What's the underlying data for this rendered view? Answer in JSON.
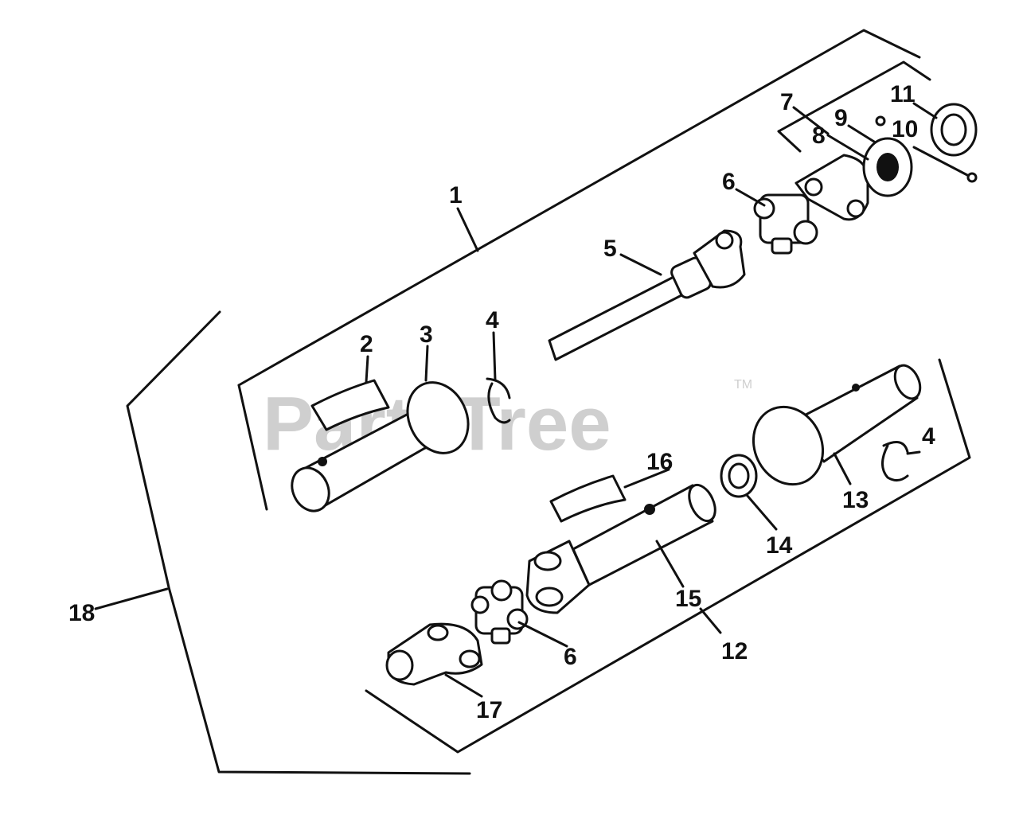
{
  "watermark": {
    "text": "PartsTree",
    "trademark": "TM"
  },
  "callouts": {
    "n1": "1",
    "n2": "2",
    "n3": "3",
    "n4a": "4",
    "n4b": "4",
    "n5": "5",
    "n6a": "6",
    "n6b": "6",
    "n7": "7",
    "n8": "8",
    "n9": "9",
    "n10": "10",
    "n11": "11",
    "n12": "12",
    "n13": "13",
    "n14": "14",
    "n15": "15",
    "n16": "16",
    "n17": "17",
    "n18": "18"
  },
  "parts": [
    {
      "id": "2",
      "name": "label"
    },
    {
      "id": "3",
      "name": "shield-tube"
    },
    {
      "id": "4",
      "name": "retaining-ring"
    },
    {
      "id": "5",
      "name": "square-shaft-yoke"
    },
    {
      "id": "6",
      "name": "cross-bearing"
    },
    {
      "id": "7",
      "name": "yoke-assembly"
    },
    {
      "id": "9",
      "name": "splined-yoke"
    },
    {
      "id": "10",
      "name": "pin"
    },
    {
      "id": "11",
      "name": "snap-ring"
    },
    {
      "id": "13",
      "name": "shield-tube"
    },
    {
      "id": "14",
      "name": "bearing-ring"
    },
    {
      "id": "15",
      "name": "tube-yoke"
    },
    {
      "id": "16",
      "name": "label"
    },
    {
      "id": "17",
      "name": "end-yoke"
    }
  ]
}
